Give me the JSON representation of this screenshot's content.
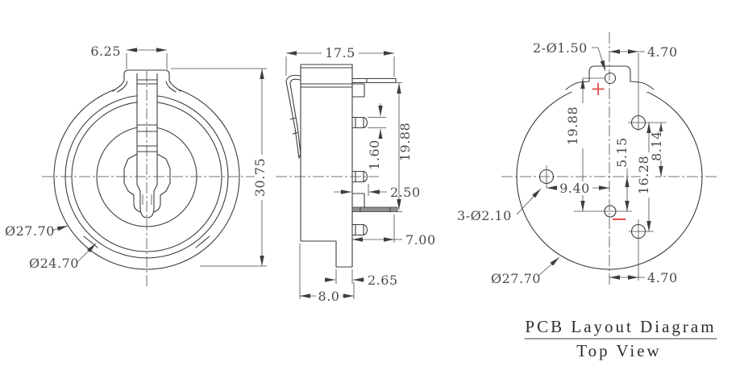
{
  "drawing": {
    "title_line1": "PCB Layout Diagram",
    "title_line2": "Top View",
    "front_view": {
      "dim_tab_width": "6.25",
      "dim_total_height": "30.75",
      "dim_outer_dia": "Ø27.70",
      "dim_ring_dia": "Ø24.70"
    },
    "side_view": {
      "dim_total_width": "17.5",
      "dim_terminal_span": "19.88",
      "dim_pin_thickness": "1.60",
      "dim_pin_length": "2.50",
      "dim_flange_length": "7.00",
      "dim_foot_width": "2.65",
      "dim_body_depth": "8.0"
    },
    "pcb_view": {
      "label_contact_holes": "2-Ø1.50",
      "dim_top_offset": "4.70",
      "dim_terminal_span": "19.88",
      "dim_neg_offset": "5.15",
      "dim_mid_offset": "8.14",
      "dim_mount_span": "16.28",
      "dim_left_offset": "9.40",
      "label_mount_holes": "3-Ø2.10",
      "dim_outer_dia": "Ø27.70",
      "dim_bottom_offset": "4.70",
      "plus_mark": "+",
      "minus_mark": "−"
    },
    "colors": {
      "line": "#3d3d3d",
      "dim_text": "#4a4a4a",
      "accent_red": "#e05555",
      "flange_gray": "#8f8f8f"
    }
  }
}
